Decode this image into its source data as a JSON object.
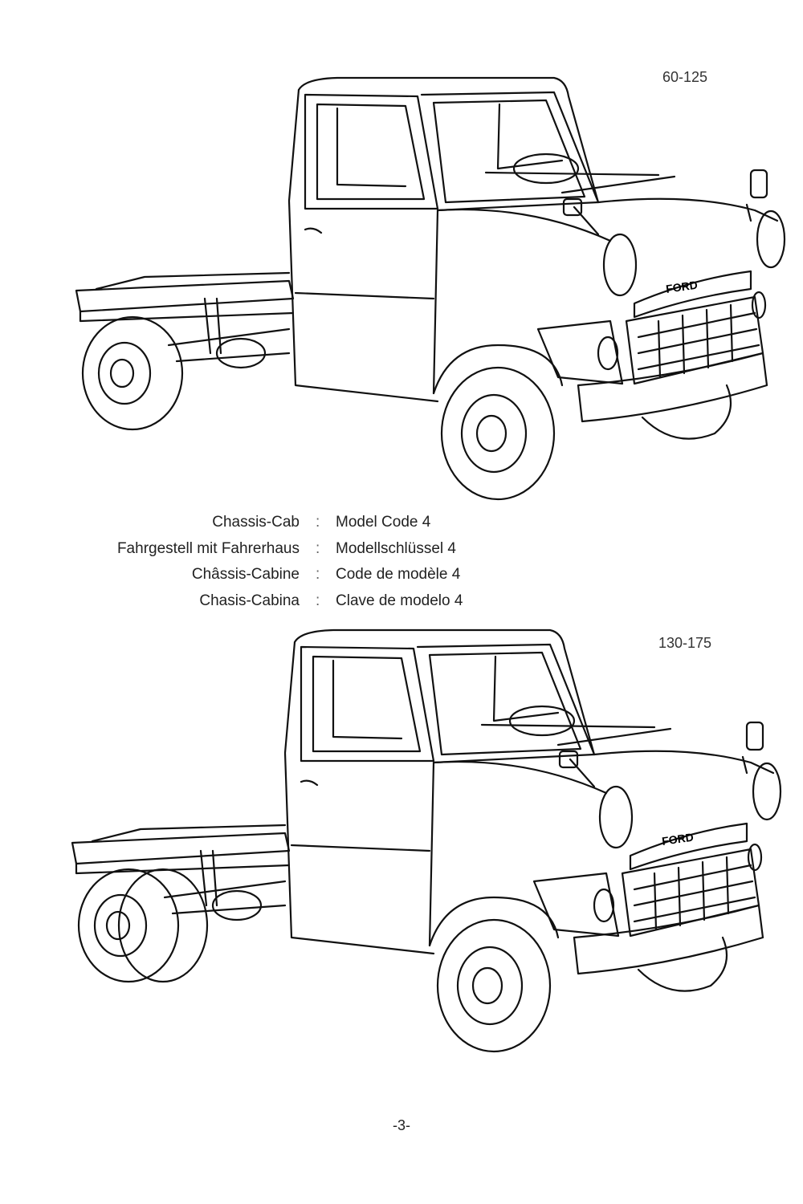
{
  "figures": [
    {
      "model_range": "60-125"
    },
    {
      "model_range": "130-175"
    }
  ],
  "grille_badge": "FORD",
  "caption": [
    {
      "label": "Chassis-Cab",
      "separator": ":",
      "value": "Model Code 4"
    },
    {
      "label": "Fahrgestell mit Fahrerhaus",
      "separator": ":",
      "value": "Modellschlüssel 4"
    },
    {
      "label": "Châssis-Cabine",
      "separator": ":",
      "value": "Code de modèle 4"
    },
    {
      "label": "Chasis-Cabina",
      "separator": ":",
      "value": "Clave de modelo 4"
    }
  ],
  "page_number": "-3-"
}
